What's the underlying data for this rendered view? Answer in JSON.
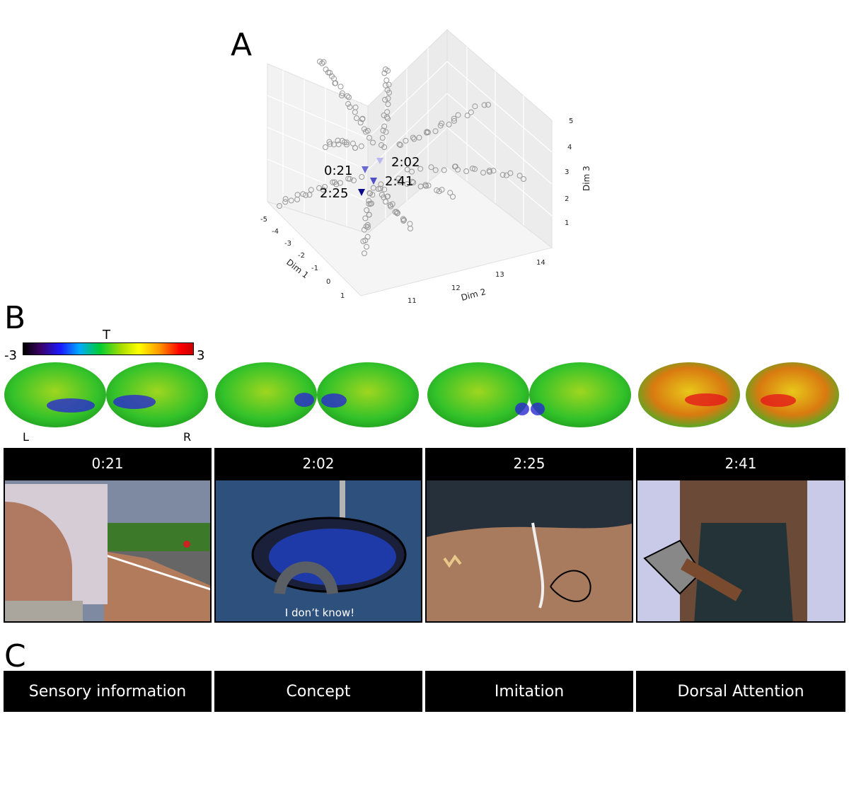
{
  "panel_a": {
    "letter": "A",
    "axis_labels": {
      "dim1": "Dim 1",
      "dim2": "Dim 2",
      "dim3": "Dim 3"
    },
    "dim1_ticks": [
      "-5",
      "-4",
      "-3",
      "-2",
      "-1",
      "0",
      "1"
    ],
    "dim2_ticks": [
      "11",
      "12",
      "13",
      "14"
    ],
    "dim3_ticks": [
      "1",
      "2",
      "3",
      "4",
      "5"
    ],
    "markers": [
      {
        "label": "0:21",
        "color": "#6a6ad0"
      },
      {
        "label": "2:02",
        "color": "#b8b8ee"
      },
      {
        "label": "2:41",
        "color": "#5050c8"
      },
      {
        "label": "2:25",
        "color": "#0a0a8a"
      }
    ]
  },
  "panel_b": {
    "letter": "B",
    "colorbar": {
      "title": "T",
      "min": "-3",
      "max": "3"
    },
    "hemi_left": "L",
    "hemi_right": "R",
    "frames": [
      {
        "time": "0:21"
      },
      {
        "time": "2:02",
        "caption": "I don’t know!"
      },
      {
        "time": "2:25"
      },
      {
        "time": "2:41"
      }
    ]
  },
  "panel_c": {
    "letter": "C",
    "labels": [
      "Sensory information",
      "Concept",
      "Imitation",
      "Dorsal Attention"
    ]
  }
}
